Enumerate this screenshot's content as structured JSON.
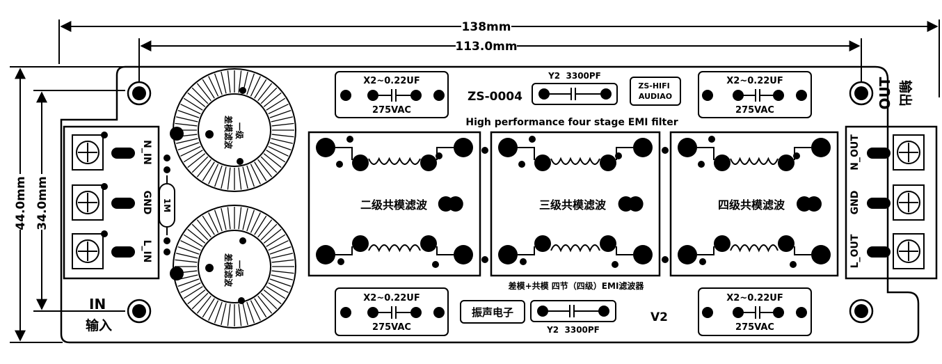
{
  "dimensions": {
    "overall_width": "138mm",
    "hole_spacing": "113.0mm",
    "overall_height": "44.0mm",
    "hole_height": "34.0mm"
  },
  "board": {
    "model": "ZS-0004",
    "brand_en": "ZS-HIFI\nAUDIAO",
    "brand_zh": "振声电子",
    "version": "V2",
    "title_en": "High performance four stage EMI filter",
    "title_zh": "差模+共模 四节（四级）EMI滤波器"
  },
  "input": {
    "label_en": "IN",
    "label_zh": "输入",
    "terminals": [
      "N_IN",
      "GND",
      "L_IN"
    ]
  },
  "output": {
    "label_en": "OUT",
    "label_zh": "输出",
    "terminals": [
      "N_OUT",
      "GND",
      "L_OUT"
    ]
  },
  "resistor": "1M",
  "toroids": [
    {
      "label": "一级\n差模滤波"
    },
    {
      "label": "一级\n差模滤波"
    }
  ],
  "chokes": [
    "二级共模滤波",
    "三级共模滤波",
    "四级共模滤波"
  ],
  "capacitors": {
    "x2_value": "X2~0.22UF",
    "x2_voltage": "275VAC",
    "y2_label": "Y2  3300PF"
  }
}
